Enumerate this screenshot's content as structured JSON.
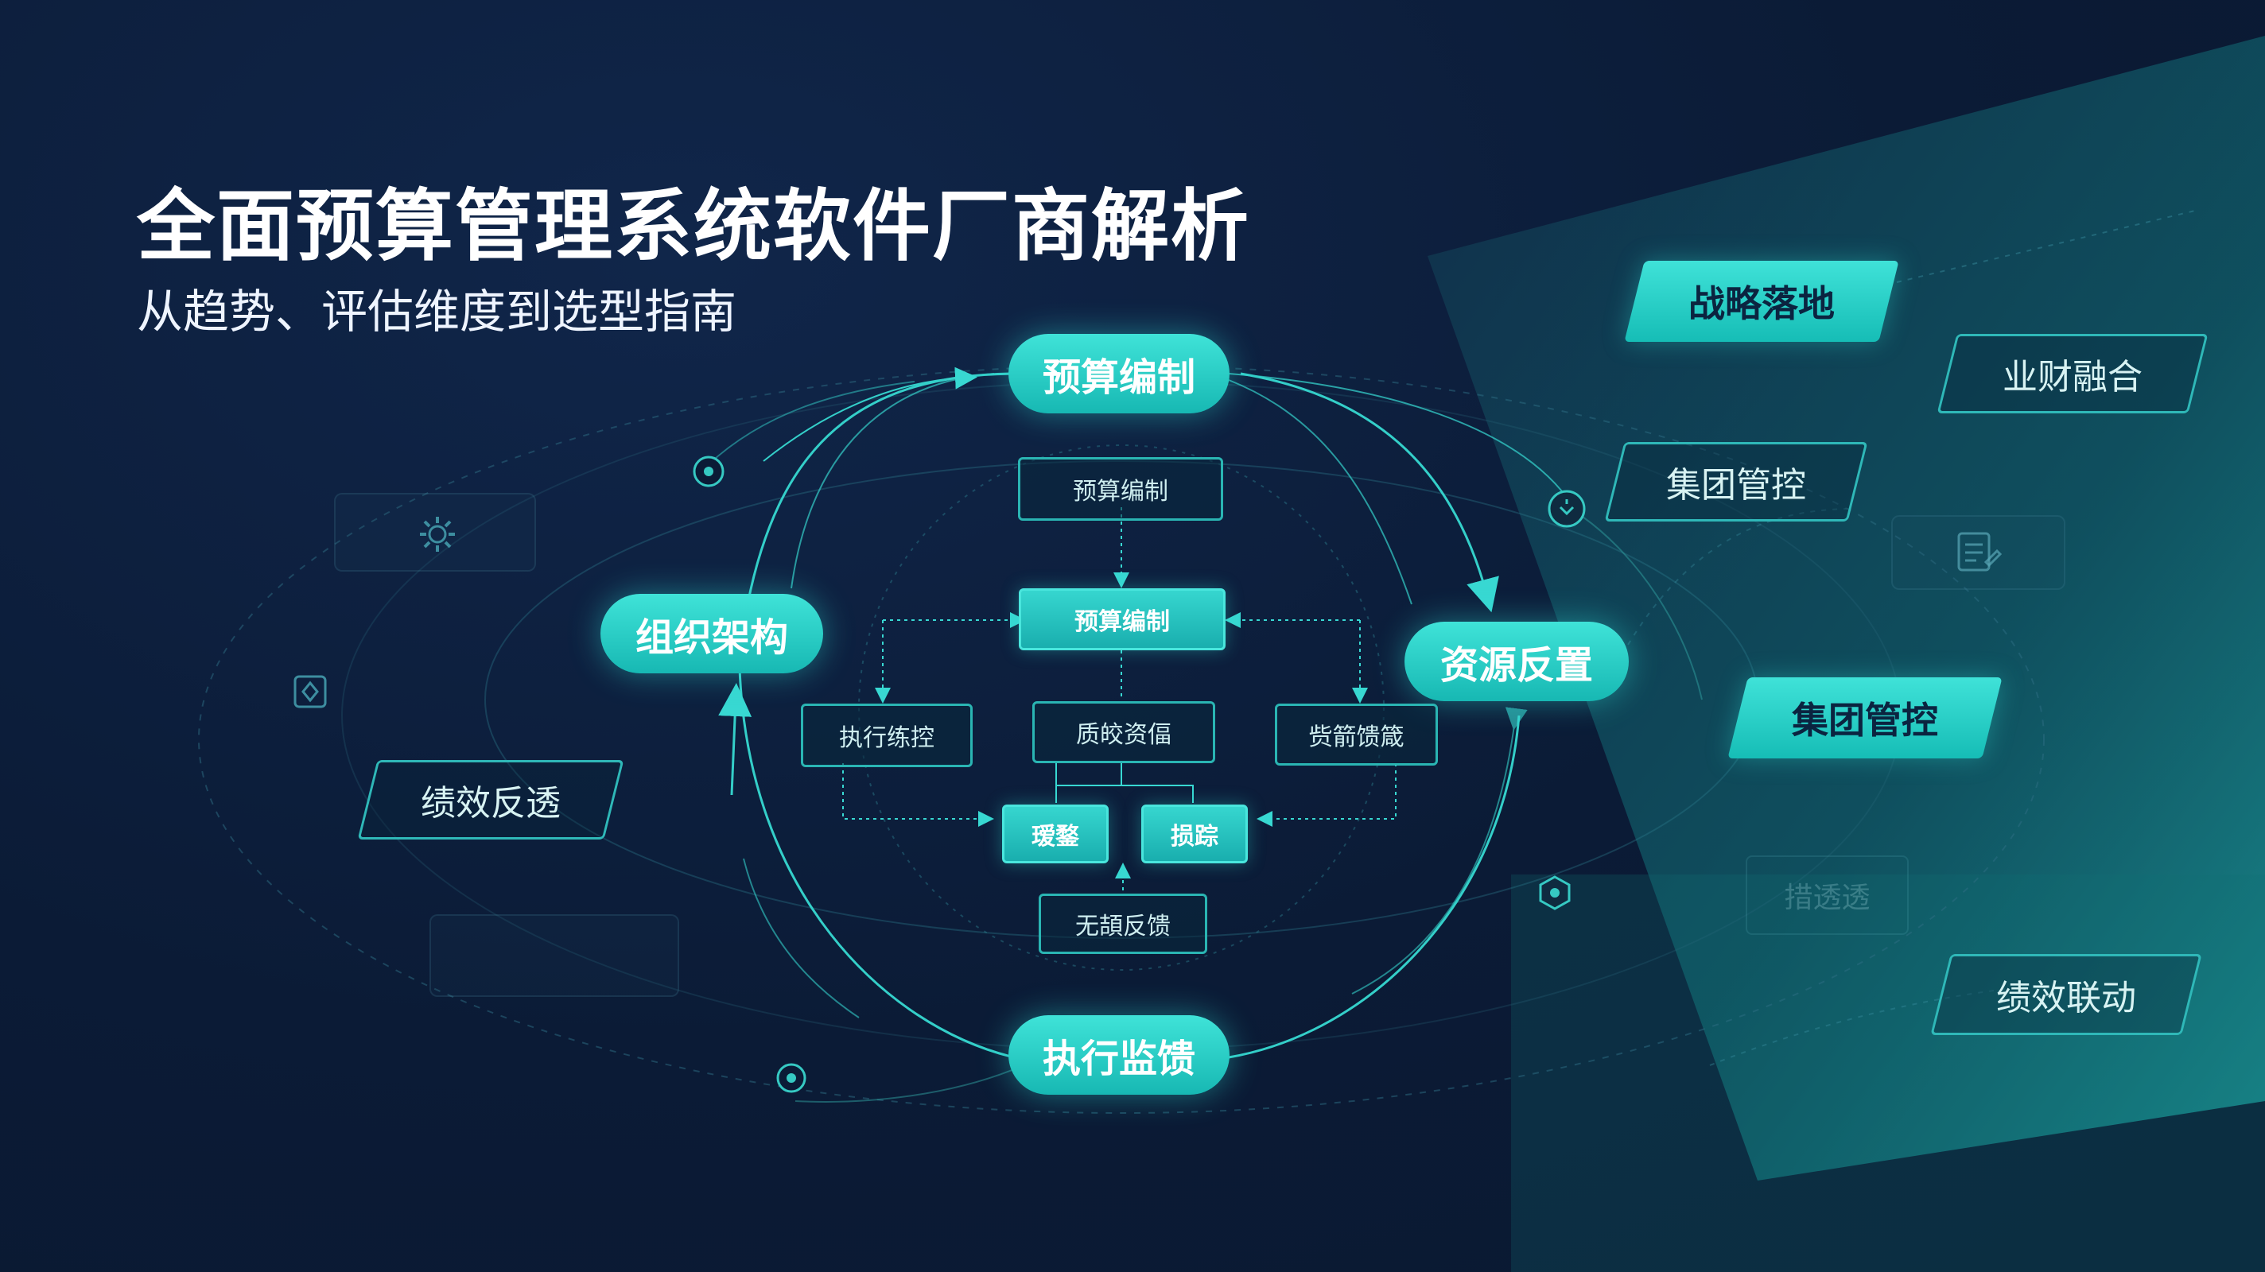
{
  "header": {
    "title": "全面预算管理系统软件厂商解析",
    "subtitle": "从趋势、评估维度到选型指南"
  },
  "cycle": {
    "top": "预算编制",
    "left": "组织架构",
    "right": "资源反置",
    "bottom": "执行监馈"
  },
  "center": {
    "box_top": "预算编制",
    "box_mid": "预算编制",
    "box_left": "执行练控",
    "box_center": "质皎资偪",
    "box_right": "赀箭馈箴",
    "box_small_left": "瑷鍪",
    "box_small_right": "损踪",
    "box_bottom": "无頡反馈"
  },
  "left_tag": "绩效反透",
  "right_tags": {
    "t1": "战略落地",
    "t2": "业财融合",
    "t3": "集团管控",
    "t4": "集团管控",
    "t5": "绩效联动",
    "ghost": "措透透"
  },
  "icons": {
    "gear": "gear-icon",
    "diamond": "diamond-icon",
    "document": "document-edit-icon",
    "ghost_doc": "ghost-document-icon",
    "target_left": "target-node-icon",
    "target_bottom": "target-node-icon",
    "chevron_node": "chevron-node-icon",
    "hex_node": "hex-node-icon"
  },
  "colors": {
    "background": "#0b1b36",
    "accent": "#2fd6cf",
    "accent_dark": "#16b3b0",
    "outline": "#2ab5b3",
    "text": "#ffffff"
  }
}
